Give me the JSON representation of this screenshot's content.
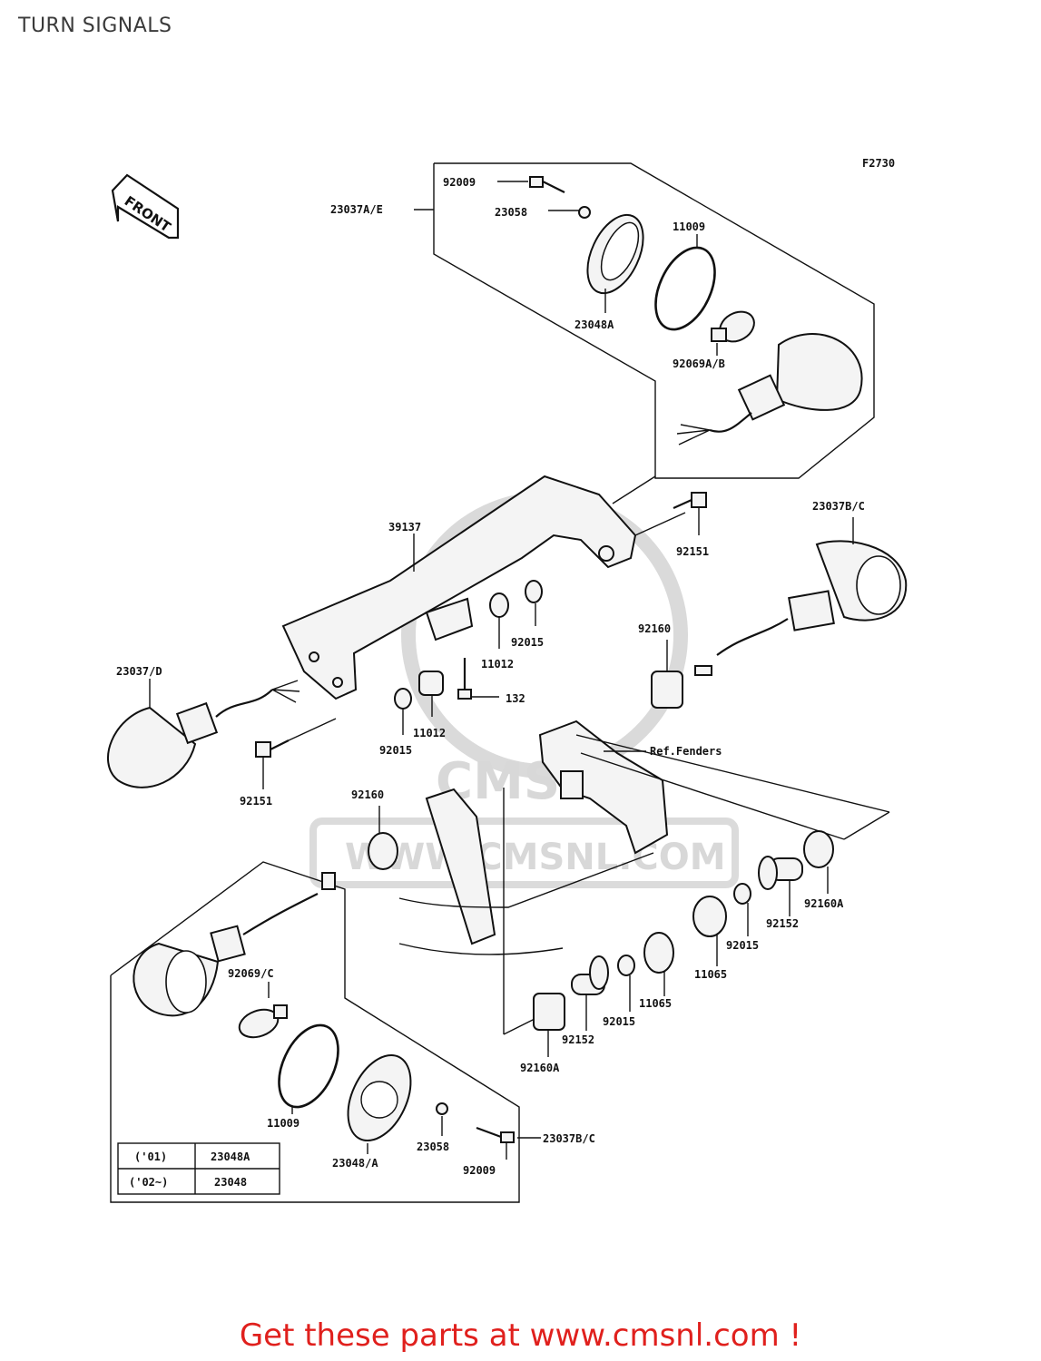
{
  "page": {
    "title": "TURN SIGNALS"
  },
  "figure": {
    "code": "F2730",
    "front_label": "FRONT"
  },
  "watermark": {
    "text": "WWW.CMSNL.COM",
    "logo_text": "CMS"
  },
  "labels": {
    "l_23037ae": "23037A/E",
    "l_92009_top": "92009",
    "l_23058_top": "23058",
    "l_11009_top": "11009",
    "l_23048a_top": "23048A",
    "l_92069ab": "92069A/B",
    "l_23037bc_right": "23037B/C",
    "l_39137": "39137",
    "l_92151_right": "92151",
    "l_92015_a": "92015",
    "l_11012_a": "11012",
    "l_92160_a": "92160",
    "l_23037d": "23037/D",
    "l_132": "132",
    "l_11012_b": "11012",
    "l_92015_b": "92015",
    "l_ref_fenders": "Ref.Fenders",
    "l_92151_left": "92151",
    "l_92160_b": "92160",
    "l_92160a_right": "92160A",
    "l_92152_right": "92152",
    "l_92015_c": "92015",
    "l_11065_a": "11065",
    "l_11065_b": "11065",
    "l_92015_d": "92015",
    "l_92152_bottom": "92152",
    "l_92160a_bottom": "92160A",
    "l_92069c": "92069/C",
    "l_11009_bottom": "11009",
    "l_23058_bottom": "23058",
    "l_23048a_bottom": "23048/A",
    "l_92009_bottom": "92009",
    "l_23037bc_bottom": "23037B/C"
  },
  "year_table": {
    "rows": [
      {
        "year": "('01)",
        "part": "23048A"
      },
      {
        "year": "('02~)",
        "part": "23048"
      }
    ]
  },
  "footer": {
    "cta": "Get these parts at www.cmsnl.com !"
  }
}
